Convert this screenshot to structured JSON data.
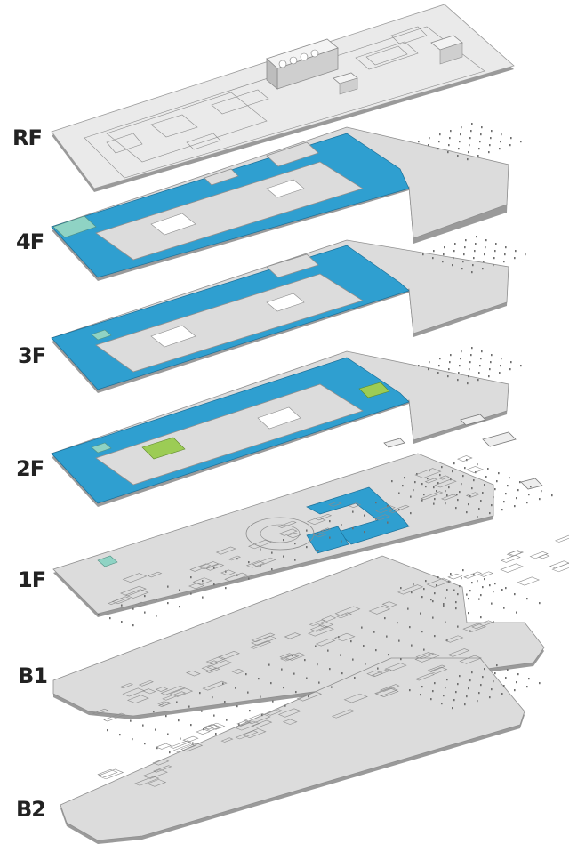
{
  "floors": [
    {
      "key": "RF",
      "label": "RF"
    },
    {
      "key": "4F",
      "label": "4F"
    },
    {
      "key": "3F",
      "label": "3F"
    },
    {
      "key": "2F",
      "label": "2F"
    },
    {
      "key": "1F",
      "label": "1F"
    },
    {
      "key": "B1",
      "label": "B1"
    },
    {
      "key": "B2",
      "label": "B2"
    }
  ],
  "colors": {
    "slab": "#dcdcdc",
    "roof": "#eaeaea",
    "zone_primary": "#2f9fd0",
    "zone_green": "#9ccc55",
    "zone_teal": "#8fd3c4",
    "label": "#222222"
  }
}
